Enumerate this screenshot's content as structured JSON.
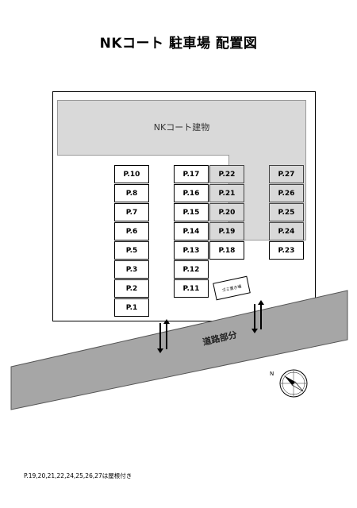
{
  "title": "NKコート 駐車場 配置図",
  "building_label": "NKコート建物",
  "trash_label": "ゴミ置き場",
  "road_label": "道路部分",
  "compass_label": "N",
  "footnote": "P.19,20,21,22,24,25,26,27は屋根付き",
  "colors": {
    "roof_gray": "#d9d9d9",
    "road_gray": "#a6a6a6"
  },
  "spaces": {
    "col1": [
      "P.10",
      "P.8",
      "P.7",
      "P.6",
      "P.5",
      "P.3",
      "P.2",
      "P.1"
    ],
    "col2": [
      "P.17",
      "P.16",
      "P.15",
      "P.14",
      "P.13",
      "P.12",
      "P.11"
    ],
    "col3": [
      "P.22",
      "P.21",
      "P.20",
      "P.19",
      "P.18"
    ],
    "col4": [
      "P.27",
      "P.26",
      "P.25",
      "P.24",
      "P.23"
    ]
  }
}
